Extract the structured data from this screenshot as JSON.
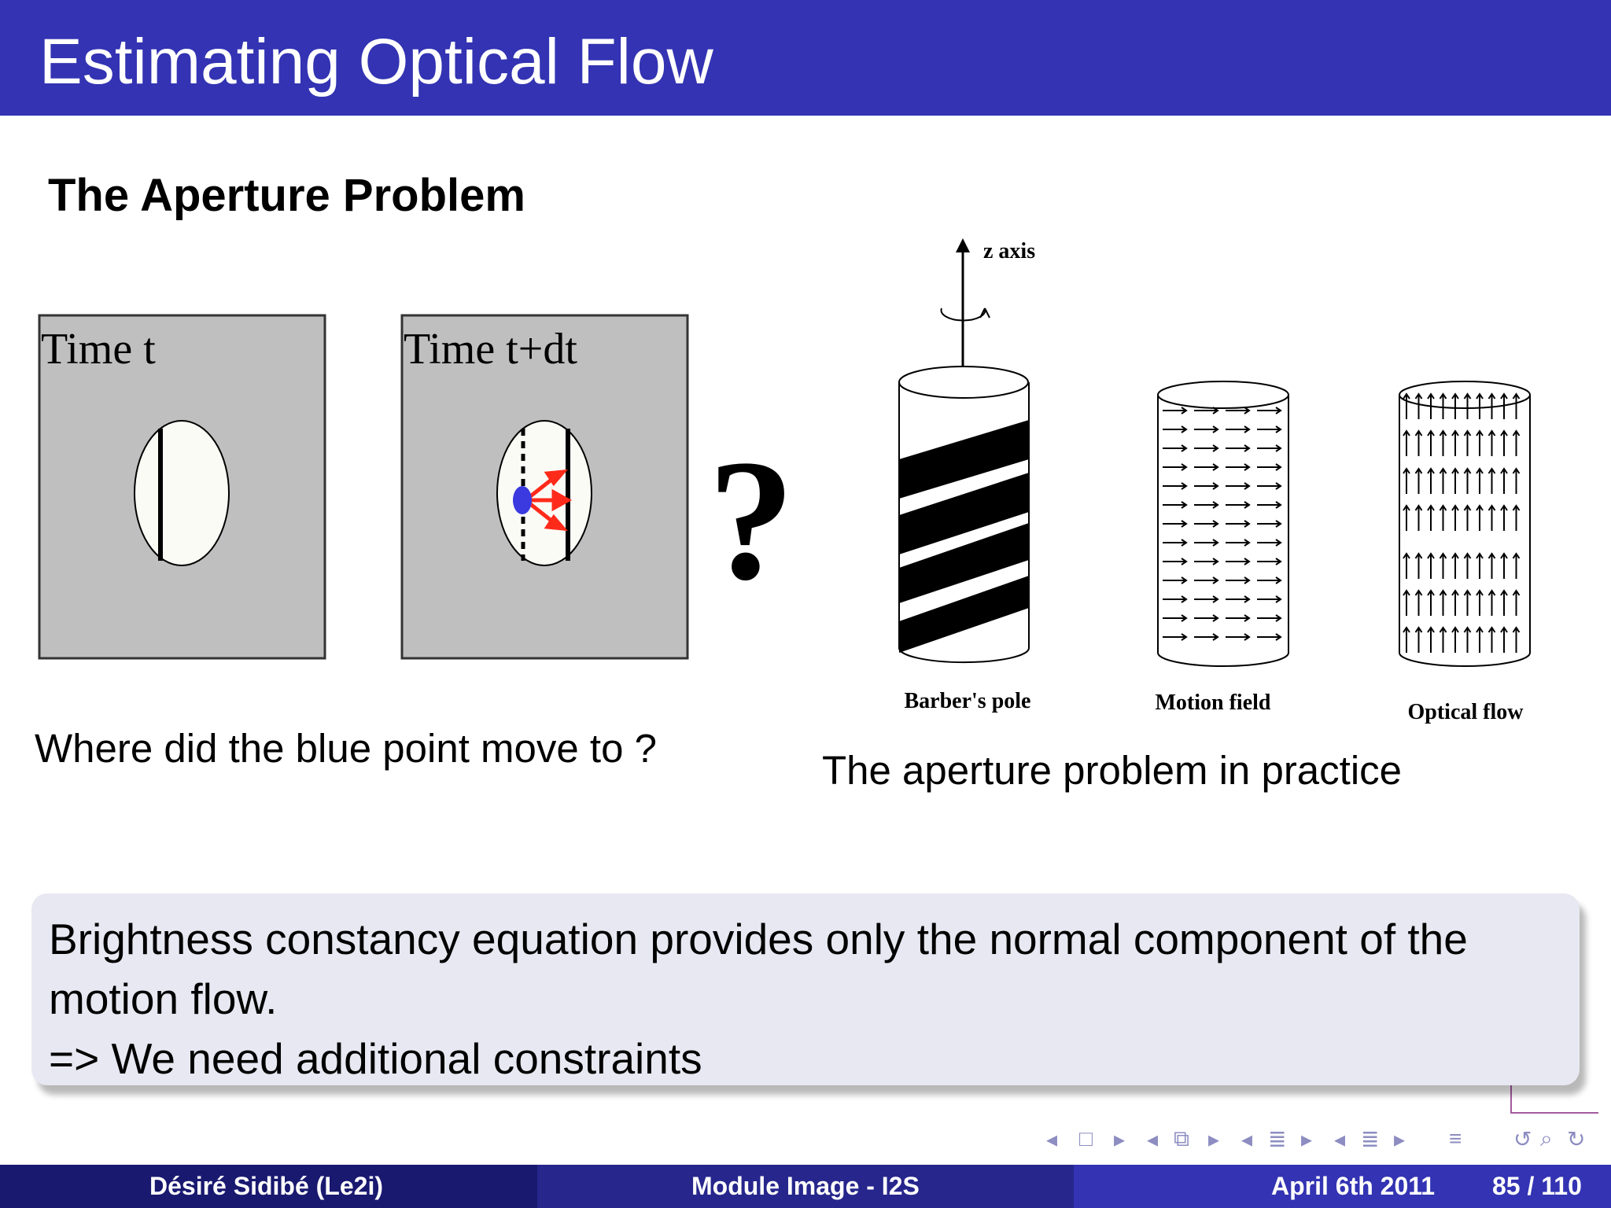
{
  "slide": {
    "title": "Estimating Optical Flow",
    "section_heading": "The Aperture Problem"
  },
  "figure_left": {
    "panel1_label": "Time t",
    "panel2_label": "Time t+dt",
    "question_mark": "?",
    "caption": "Where did the blue point move to ?"
  },
  "figure_right": {
    "axis_label": "z axis",
    "labels": [
      "Barber's pole",
      "Motion field",
      "Optical flow"
    ],
    "caption": "The aperture problem in practice"
  },
  "block": {
    "line1": "Brightness constancy equation provides only the normal component of the",
    "line2": "motion flow.",
    "line3": "=> We need additional constraints"
  },
  "nav_icons": [
    "triangle-left-icon",
    "frame-icon",
    "triangle-right-icon",
    "stack-icon",
    "list-icon",
    "align-icon",
    "undo-icon",
    "search-icon",
    "redo-icon"
  ],
  "footer": {
    "author": "Désiré Sidibé  (Le2i)",
    "course": "Module Image - I2S",
    "date": "April 6th 2011",
    "page": "85 / 110"
  },
  "colors": {
    "title_bar": "#3333b3",
    "footer_left": "#191970",
    "footer_mid": "#26268c",
    "footer_right": "#3333b3",
    "block_bg": "#e8e8f2",
    "nav": "#8d8dc2"
  }
}
